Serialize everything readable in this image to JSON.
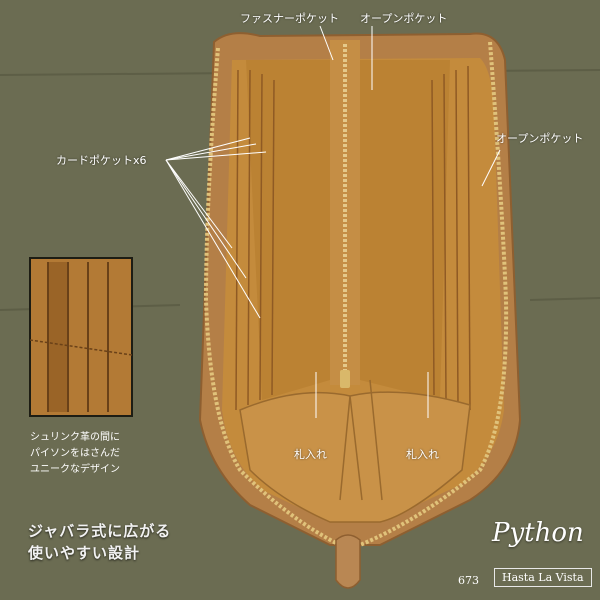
{
  "labels": {
    "zipper_pocket": "ファスナーポケット",
    "open_pocket_top": "オープンポケット",
    "open_pocket_right": "オープンポケット",
    "card_pocket": "カードポケットx6",
    "bill_left": "札入れ",
    "bill_right": "札入れ"
  },
  "inset_caption": {
    "line1": "シュリンク革の間に",
    "line2": "パイソンをはさんだ",
    "line3": "ユニークなデザイン"
  },
  "tagline": {
    "line1": "ジャバラ式に広がる",
    "line2": "使いやすい設計"
  },
  "brand": {
    "script": "Python",
    "model_number": "673",
    "name": "Hasta La Vista"
  },
  "colors": {
    "background": "#6b6c52",
    "leather": "#c48b3c",
    "zipper": "#e0c27a"
  }
}
